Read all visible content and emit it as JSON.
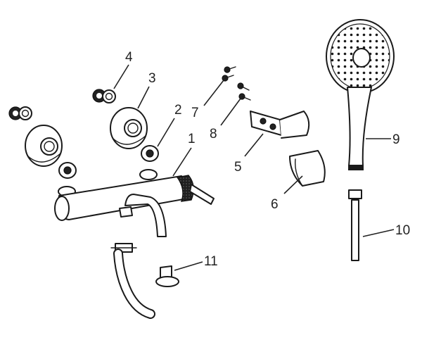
{
  "callouts": [
    {
      "id": "1",
      "label": "1"
    },
    {
      "id": "2",
      "label": "2"
    },
    {
      "id": "3",
      "label": "3"
    },
    {
      "id": "4",
      "label": "4"
    },
    {
      "id": "5",
      "label": "5"
    },
    {
      "id": "6",
      "label": "6"
    },
    {
      "id": "7",
      "label": "7"
    },
    {
      "id": "8",
      "label": "8"
    },
    {
      "id": "9",
      "label": "9"
    },
    {
      "id": "10",
      "label": "10"
    },
    {
      "id": "11",
      "label": "11"
    }
  ]
}
